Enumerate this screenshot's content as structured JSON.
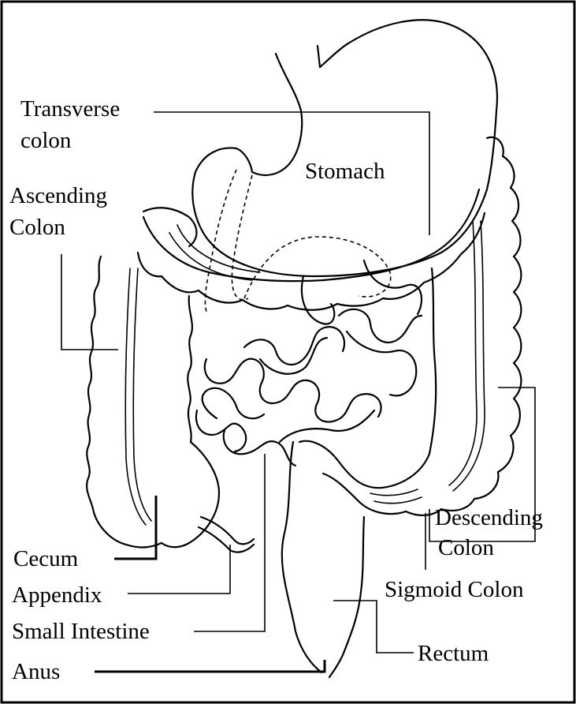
{
  "diagram": {
    "labels": {
      "transverse_colon": [
        "Transverse",
        "colon"
      ],
      "ascending_colon": [
        "Ascending",
        "Colon"
      ],
      "stomach": "Stomach",
      "cecum": "Cecum",
      "appendix": "Appendix",
      "small_intestine": "Small Intestine",
      "anus": "Anus",
      "descending_colon": [
        "Descending",
        "Colon"
      ],
      "sigmoid_colon": "Sigmoid Colon",
      "rectum": "Rectum"
    }
  }
}
